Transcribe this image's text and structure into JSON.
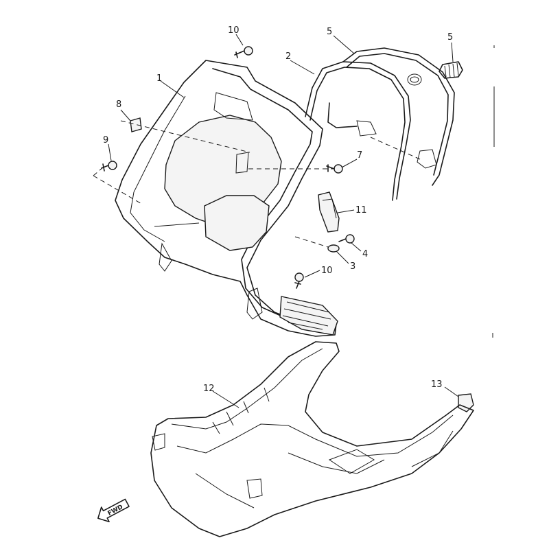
{
  "callouts": {
    "c1": "1",
    "c2": "2",
    "c3": "3",
    "c4": "4",
    "c5a": "5",
    "c5b": "5",
    "c7": "7",
    "c8": "8",
    "c9": "9",
    "c10a": "10",
    "c10b": "10",
    "c11": "11",
    "c12": "12",
    "c13": "13"
  },
  "direction_marker": {
    "label": "FWD",
    "icon": "arrow-left-icon"
  }
}
